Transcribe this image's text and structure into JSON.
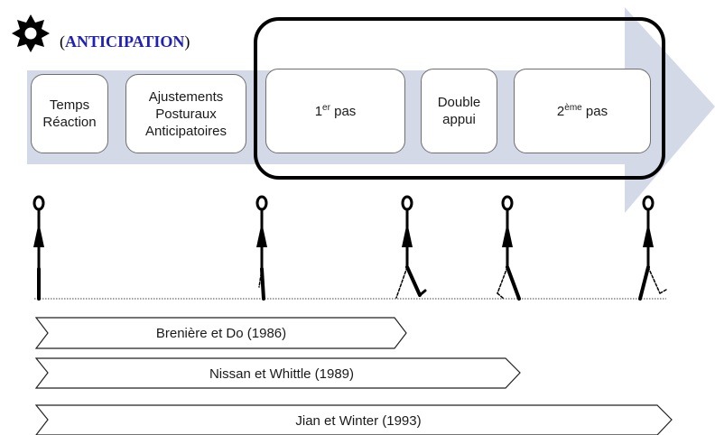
{
  "title": {
    "open": "(",
    "keyword": "ANTICIPATION",
    "close": ")",
    "icon": "starburst-icon"
  },
  "phases": [
    {
      "id": "temps",
      "lines": [
        "Temps",
        "Réaction"
      ]
    },
    {
      "id": "apa",
      "lines": [
        "Ajustements",
        "Posturaux",
        "Anticipatoires"
      ]
    },
    {
      "id": "pas1",
      "prefix": "1",
      "sup": "er",
      "suffix": " pas"
    },
    {
      "id": "double",
      "lines": [
        "Double",
        "appui"
      ]
    },
    {
      "id": "pas2",
      "prefix": "2",
      "sup": "ème",
      "suffix": " pas"
    }
  ],
  "references": [
    {
      "label": "Brenière et Do (1986)"
    },
    {
      "label": "Nissan et Whittle (1989)"
    },
    {
      "label": "Jian et Winter (1993)"
    }
  ],
  "colors": {
    "band": "#d3d9e7",
    "highlight_frame": "#000000",
    "title_keyword": "#2020b8",
    "box_border": "#6f6f6f"
  }
}
